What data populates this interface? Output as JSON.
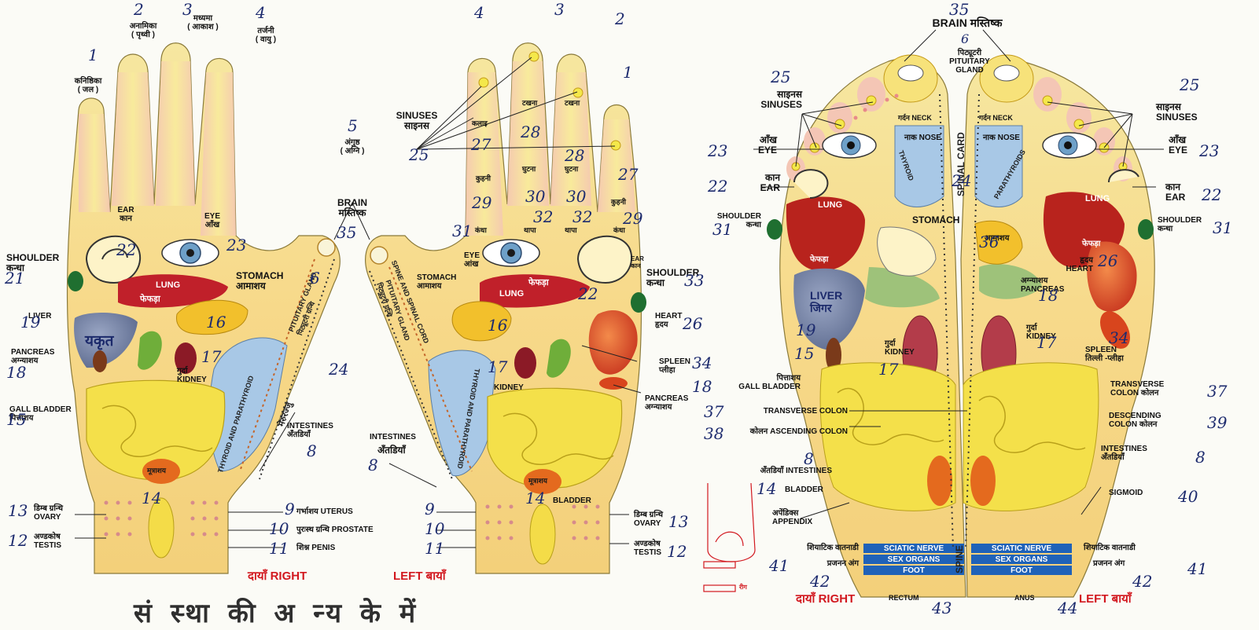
{
  "hand_labels": {
    "anamika": "अनामिका\n( पृथ्वी )",
    "madhyama": "मध्यमा\n( आकाश )",
    "tarjani": "तर्जनी\n( वायु )",
    "kanishthika": "कनिष्ठिका\n( जल )",
    "angushtha": "अंगुष्ठ\n( अग्नि )",
    "ear": "EAR\nकान",
    "eye": "EYE\nआँख",
    "shoulder": "SHOULDER\nकन्धा",
    "stomach": "STOMACH\nआमाशय",
    "liver": "LIVER",
    "pancreas": "PANCREAS\nअग्न्याशय",
    "gall_bladder": "GALL BLADDER\nपित्ताशय",
    "intestines": "INTESTINES\nअँतडियाँ",
    "intestines_short": "INTESTINES",
    "antadiyan": "अँतडियाँ",
    "kidney": "KIDNEY",
    "gurda": "गुर्दा",
    "brain": "BRAIN\nमस्तिष्क",
    "sinuses": "SINUSES\nसाइनस",
    "heart": "HEART\nहृदय",
    "spleen": "SPLEEN\nप्लीहा",
    "ovary": "डिम्ब ग्रन्थि\nOVARY",
    "ovary_right": "डिम्ब ग्रन्थि\nOVARY",
    "testis": "अण्डकोष\nTESTIS",
    "uterus": "गर्भाशय UTERUS",
    "prostate": "पुरःस्थ ग्रन्थि PROSTATE",
    "penis": "शिश्न PENIS",
    "bladder": "BLADDER",
    "lung": "LUNG",
    "lung_hi": "फेफड़ा",
    "yakrit": "यकृत",
    "mutrashay": "मूत्राशय",
    "pituitary_gland": "PITUITARY GLAND\nपिट्यूटरी ग्रन्थि",
    "thyroid": "THYROID AND PARATHYROID",
    "spine_cord": "SPINE AND SPINAL CORD",
    "meru": "मेरुरज्जु",
    "kalai": "कलाइ",
    "kuhni": "कुहनी",
    "tkhna": "टखना",
    "ghutna": "घुटना",
    "kandha": "कंधा",
    "thapa": "थापा",
    "right": "दायाँ RIGHT",
    "left": "LEFT बायाँ",
    "eye_small": "EYE\nआंख",
    "ear_small": "EAR\nकान"
  },
  "foot_labels": {
    "brain": "BRAIN मस्तिष्क",
    "pituitary": "पिट्यूटरी\nPITUITARY\nGLAND",
    "sinuses_left": "साइनस\nSINUSES",
    "sinuses_right": "साइनस\nSINUSES",
    "eye_left": "आँख\nEYE",
    "eye_right": "आँख\nEYE",
    "ear_left": "कान\nEAR",
    "ear_right": "कान\nEAR",
    "shoulder_left": "SHOULDER\nकन्धा",
    "shoulder_right": "SHOULDER\nकन्धा",
    "neck": "गर्दन NECK",
    "nose": "नाक NOSE",
    "thyroid": "THYROID",
    "parathyroid": "PARATHYROIDS",
    "spinal_card": "SPINAL CARD",
    "stomach": "STOMACH",
    "ashay": "आमाशय",
    "liver": "LIVER\nजिगर",
    "heart": "हृदय\nHEART",
    "pancreas": "अग्न्याशय\nPANCREAS",
    "kidney_left": "गुर्दा\nKIDNEY",
    "kidney_right": "गुर्दा\nKIDNEY",
    "spleen": "SPLEEN\nतिल्ली -प्लीहा",
    "gall_bladder": "पित्ताशय\nGALL BLADDER",
    "transverse_colon_left": "TRANSVERSE COLON",
    "transverse_colon_right": "TRANSVERSE\nCOLON कोलन",
    "ascending": "कोलन ASCENDING COLON",
    "descending": "DESCENDING\nCOLON कोलन",
    "intestines_left": "अँतडियाँ INTESTINES",
    "intestines_right": "INTESTINES\nअँतडियाँ",
    "bladder": "BLADDER",
    "appendix": "अपेंडिक्स\nAPPENDIX",
    "sigmoid": "SIGMOID",
    "sciatic_left": "शियाटिक वातनाडी",
    "sciatic_right": "शियाटिक वातनाडी",
    "prajanan_left": "प्रजनन अंग",
    "prajanan_right": "प्रजनन अंग",
    "band_sciatic": "SCIATIC NERVE",
    "band_sex": "SEX ORGANS",
    "band_foot": "FOOT",
    "rectum": "RECTUM",
    "anus": "ANUS",
    "spine": "SPINE",
    "lung": "LUNG",
    "lung_hi": "फेफड़ा",
    "right": "दायाँ RIGHT",
    "left": "LEFT बायाँ",
    "reg": "रीग"
  },
  "numbers": {
    "n1": "1",
    "n2": "2",
    "n3": "3",
    "n4": "4",
    "n5": "5",
    "n6": "6",
    "n8": "8",
    "n9": "9",
    "n10": "10",
    "n11": "11",
    "n12": "12",
    "n13": "13",
    "n14": "14",
    "n15": "15",
    "n16": "16",
    "n17": "17",
    "n18": "18",
    "n19": "19",
    "n21": "21",
    "n22": "22",
    "n23": "23",
    "n24": "24",
    "n25": "25",
    "n26": "26",
    "n27": "27",
    "n28": "28",
    "n29": "29",
    "n30": "30",
    "n31": "31",
    "n32": "32",
    "n33": "33",
    "n34": "34",
    "n35": "35",
    "n36": "36",
    "n37": "37",
    "n38": "38",
    "n39": "39",
    "n40": "40",
    "n41": "41",
    "n42": "42",
    "n43": "43",
    "n44": "44"
  },
  "bottom_text": "सं स्था की  अ न्य  के  में"
}
